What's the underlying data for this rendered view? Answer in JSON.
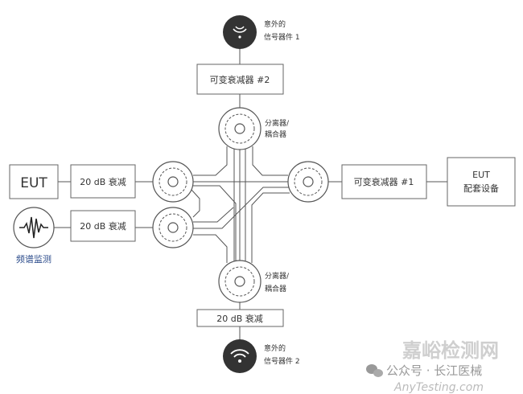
{
  "source1": {
    "line1": "意外的",
    "line2": "信号器件 1"
  },
  "source2": {
    "line1": "意外的",
    "line2": "信号器件 2"
  },
  "attenuator2": "可变衰减器 #2",
  "attenuator1": "可变衰减器 #1",
  "splitter_top": {
    "line1": "分离器/",
    "line2": "耦合器"
  },
  "splitter_bottom": {
    "line1": "分离器/",
    "line2": "耦合器"
  },
  "eut": "EUT",
  "att_20db_1": "20 dB 衰减",
  "att_20db_2": "20 dB 衰减",
  "att_20db_bottom": "20 dB 衰减",
  "spectrum_monitor": "频谱监测",
  "eut_support": {
    "line1": "EUT",
    "line2": "配套设备"
  },
  "watermark": {
    "site": "嘉峪检测网",
    "site_en": "AnyTesting.com",
    "account": "公众号 · 长江医械"
  }
}
